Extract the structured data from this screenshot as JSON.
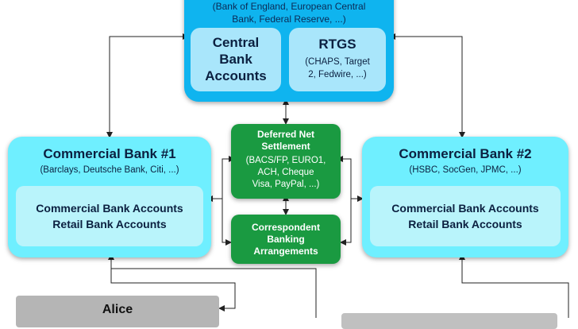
{
  "central_bank": {
    "subtitle_line1": "(Bank of England, European Central",
    "subtitle_line2": "Bank, Federal Reserve, ...)",
    "accounts": {
      "line1": "Central",
      "line2": "Bank",
      "line3": "Accounts"
    },
    "rtgs": {
      "title": "RTGS",
      "sub_line1": "(CHAPS, Target",
      "sub_line2": "2, Fedwire, ...)"
    }
  },
  "deferred_net_settlement": {
    "title_line1": "Deferred Net",
    "title_line2": "Settlement",
    "sub_line1": "(BACS/FP, EURO1,",
    "sub_line2": "ACH, Cheque",
    "sub_line3": "Visa, PayPal, ...)"
  },
  "correspondent_banking": {
    "line1": "Correspondent",
    "line2": "Banking",
    "line3": "Arrangements"
  },
  "commercial_bank_1": {
    "title": "Commercial Bank #1",
    "subtitle": "(Barclays, Deutsche Bank, Citi, ...)",
    "accounts_line1": "Commercial Bank Accounts",
    "accounts_line2": "Retail Bank Accounts"
  },
  "commercial_bank_2": {
    "title": "Commercial Bank #2",
    "subtitle": "(HSBC, SocGen, JPMC, ...)",
    "accounts_line1": "Commercial Bank Accounts",
    "accounts_line2": "Retail Bank Accounts"
  },
  "alice": {
    "label": "Alice"
  },
  "colors": {
    "central_bank": "#0fb4ef",
    "central_inner": "#a9e6fb",
    "commercial_bank": "#6fefff",
    "commercial_inner": "#b9f4fb",
    "settlement_green": "#1a9a41",
    "customer_gray": "#b5b5b5"
  }
}
